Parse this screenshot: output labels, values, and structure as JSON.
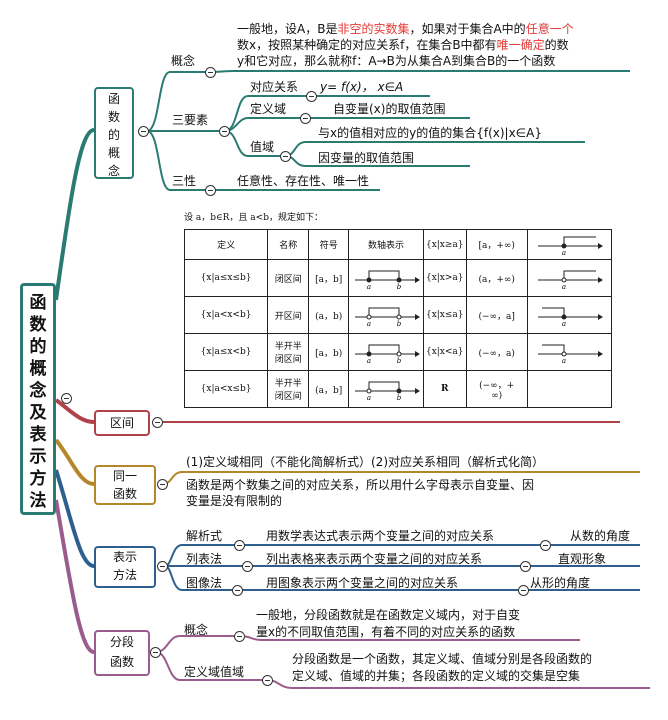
{
  "root": {
    "title": "函\n数\n的\n概\n念\n及\n表\n示\n方\n法"
  },
  "concept": {
    "title": "函\n数\n的\n概\n念",
    "def_label": "概念",
    "def_lines": [
      [
        "一般地，设A，B是",
        "非空的实数集",
        "，如果对于集合A中的",
        "任意一个"
      ],
      [
        "数x，按照某种确定的对应关系f，在集合B中都有",
        "唯一确定",
        "的数"
      ],
      [
        "y和它对应，那么就称f：A→B为从集合A到集合B的一个函数"
      ]
    ],
    "three_label": "三要素",
    "map_label": "对应关系",
    "map_value": "y= f(x)， x∈A",
    "domain_label": "定义域",
    "domain_value": "自变量(x)的取值范围",
    "range_label": "值域",
    "range_value1": "与x的值相对应的y的值的集合{f(x)|x∈A}",
    "range_value2": "因变量的取值范围",
    "props_label": "三性",
    "props_value": "任意性、存在性、唯一性"
  },
  "interval": {
    "title": "区间",
    "caption": "设 a，b∈R，且 a<b，规定如下：",
    "headers": [
      "定义",
      "名称",
      "符号",
      "数轴表示",
      "{x|x≥a}",
      "[a，+∞)",
      ""
    ],
    "rows": [
      {
        "def": "{x|a≤x≤b}",
        "name": "闭区间",
        "sym": "[a，b]",
        "set": "{x|x>a}",
        "inf": "(a，+∞)"
      },
      {
        "def": "{x|a<x<b}",
        "name": "开区间",
        "sym": "(a，b)",
        "set": "{x|x≤a}",
        "inf": "(−∞，a]"
      },
      {
        "def": "{x|a≤x<b}",
        "name": "半开半\n闭区间",
        "sym": "[a，b)",
        "set": "{x|x<a}",
        "inf": "(−∞，a)"
      },
      {
        "def": "{x|a<x≤b}",
        "name": "半开半\n闭区间",
        "sym": "(a，b]",
        "set": "R",
        "inf": "(−∞，+\n∞)"
      }
    ],
    "axis_a": "a",
    "axis_b": "b"
  },
  "same": {
    "title": "同一\n函数",
    "line1": "(1)定义域相同（不能化简解析式）(2)对应关系相同（解析式化简）",
    "line2": "函数是两个数集之间的对应关系，所以用什么字母表示自变量、因",
    "line3": "变量是没有限制的"
  },
  "repr": {
    "title": "表示\n方法",
    "items": [
      {
        "label": "解析式",
        "desc": "用数学表达式表示两个变量之间的对应关系",
        "extra": "从数的角度"
      },
      {
        "label": "列表法",
        "desc": "列出表格来表示两个变量之间的对应关系",
        "extra": "直观形象"
      },
      {
        "label": "图像法",
        "desc": "用图象表示两个变量之间的对应关系",
        "extra": "从形的角度"
      }
    ]
  },
  "piece": {
    "title": "分段\n函数",
    "def_label": "概念",
    "def_line1": "一般地，分段函数就是在函数定义域内，对于自变",
    "def_line2": "量x的不同取值范围，有着不同的对应关系的函数",
    "dr_label": "定义域值域",
    "dr_line1": "分段函数是一个函数，其定义域、值域分别是各段函数的",
    "dr_line2": "定义域、值域的并集；各段函数的定义域的交集是空集"
  },
  "colors": {
    "teal": "#2a7b72",
    "red": "#b2424a",
    "gold": "#b5872b",
    "blue": "#2f5f8f",
    "purple": "#9a5c8e"
  }
}
